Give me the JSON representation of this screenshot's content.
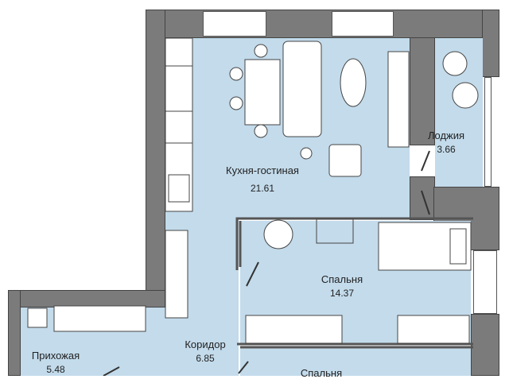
{
  "plan": {
    "rooms": [
      {
        "name": "Кухня-гостиная",
        "area": "21.61"
      },
      {
        "name": "Лоджия",
        "area": "3.66"
      },
      {
        "name": "Спальня",
        "area": "14.37"
      },
      {
        "name": "Коридор",
        "area": "6.85"
      },
      {
        "name": "Прихожая",
        "area": "5.48"
      },
      {
        "name": "Спальня",
        "area": ""
      }
    ],
    "colors": {
      "wall": "#7b7b7b",
      "room": "#c3dbeb",
      "furniture": "#ffffff"
    }
  }
}
